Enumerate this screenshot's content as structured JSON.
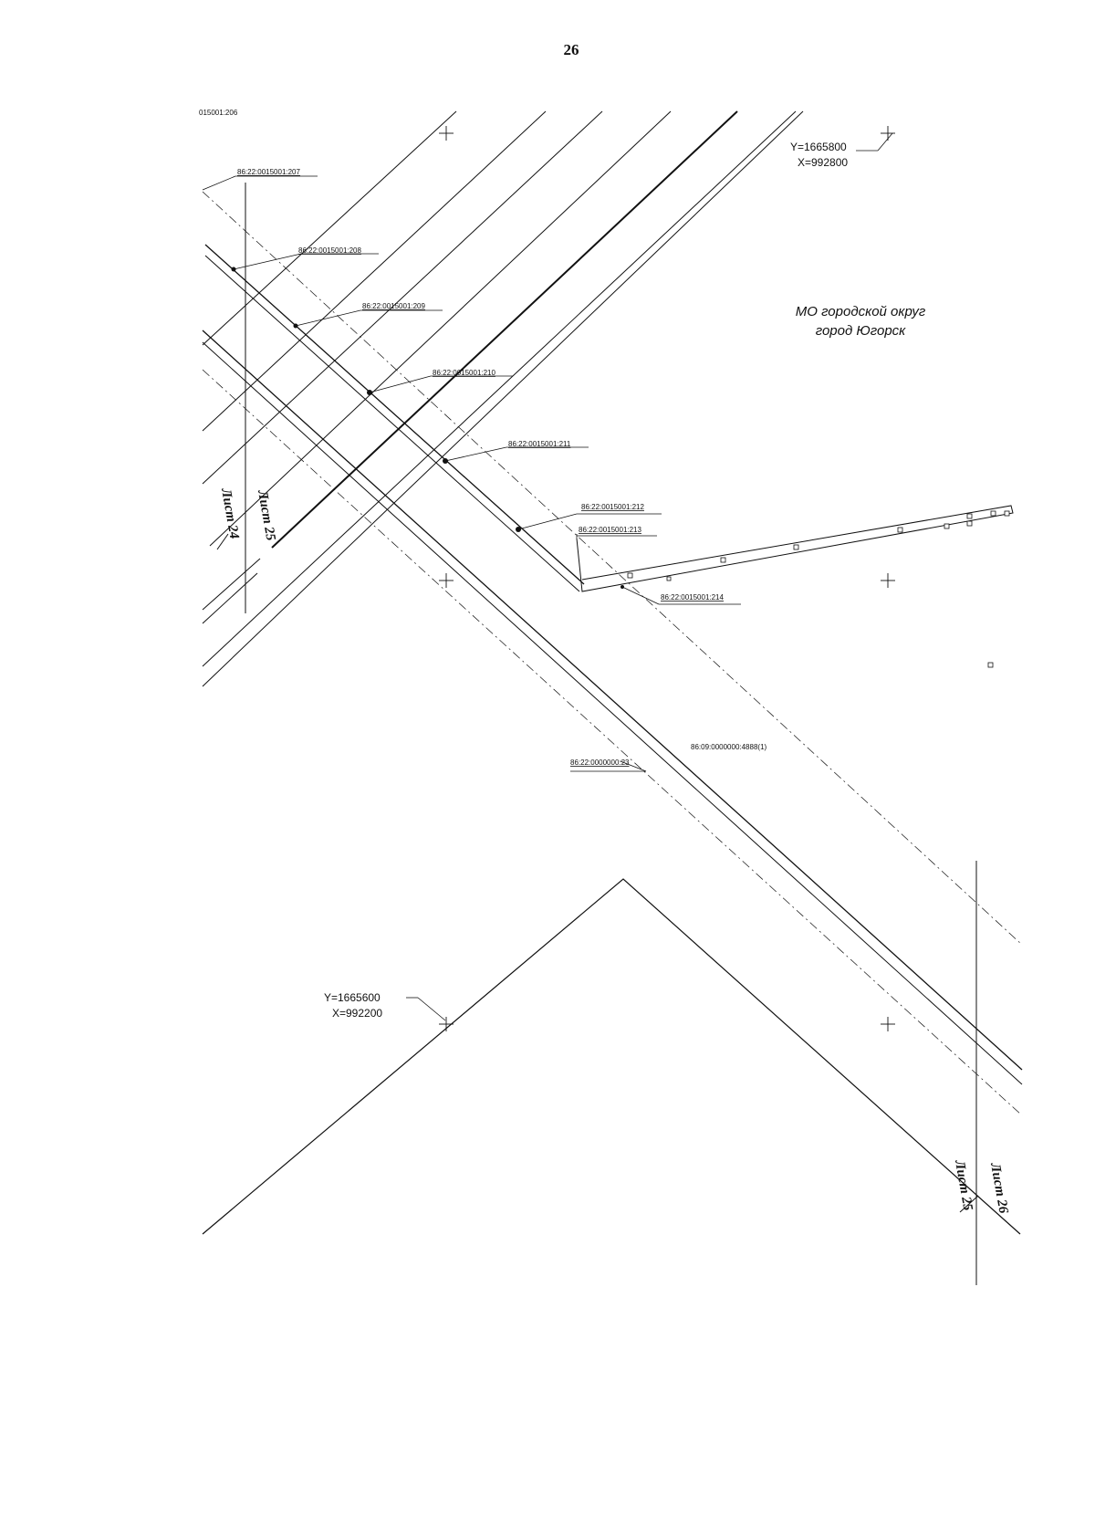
{
  "page_number": "26",
  "top_clipped_label": "015001:206",
  "parcels": [
    "86:22:0015001:207",
    "86:22:0015001:208",
    "86:22:0015001:209",
    "86:22:0015001:210",
    "86:22:0015001:211",
    "86:22:0015001:212",
    "86:22:0015001:213",
    "86:22:0015001:214",
    "86:22:0000000:23",
    "86:09:0000000:4888(1)"
  ],
  "coordinates": {
    "top": {
      "y": "Y=1665800",
      "x": "X=992800"
    },
    "bottom": {
      "y": "Y=1665600",
      "x": "X=992200"
    }
  },
  "municipality": {
    "line1": "МО городской округ",
    "line2": "город Югорск"
  },
  "sheets": {
    "upper_left": [
      "Лист 24",
      "Лист 25"
    ],
    "lower_right": [
      "Лист 25",
      "Лист 26"
    ]
  }
}
